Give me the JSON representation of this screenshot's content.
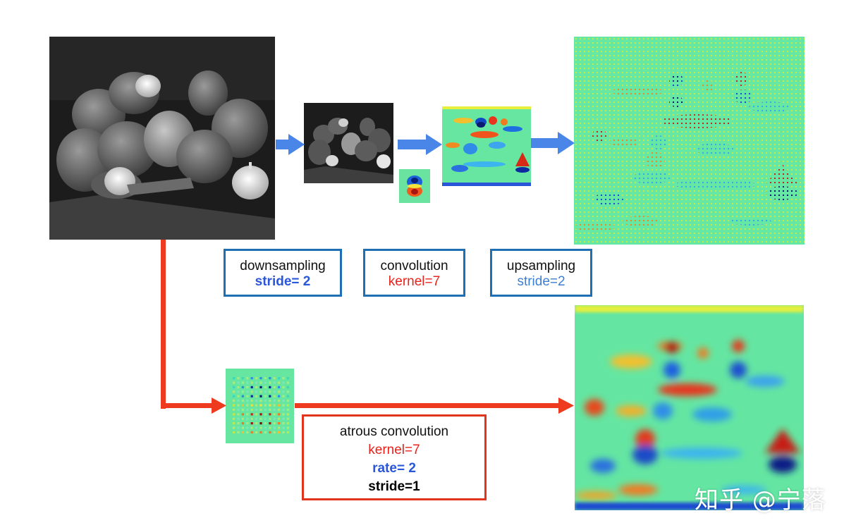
{
  "labels": {
    "downsampling": {
      "title": "downsampling",
      "param": "stride= 2"
    },
    "convolution": {
      "title": "convolution",
      "param": "kernel=7"
    },
    "upsampling": {
      "title": "upsampling",
      "param": "stride=2"
    },
    "atrous": {
      "title": "atrous convolution",
      "kernel": "kernel=7",
      "rate": "rate= 2",
      "stride": "stride=1"
    }
  },
  "watermark": "知乎 @宁落",
  "colors": {
    "blue_arrow": "#4a86e8",
    "red_arrow": "#ee3a1e",
    "box_blue": "#1f6fb5",
    "box_red": "#e2341d",
    "heatmap_bg": "#66e6a0"
  },
  "images": {
    "input_photo": "grayscale-peppers-image",
    "downsampled_photo": "downsampled-peppers-image",
    "kernel": "convolution-kernel-heatmap",
    "dilated_kernel": "dilated-kernel-heatmap",
    "conv_output": "convolution-output-heatmap",
    "upsampled_output": "dotted-upsampled-heatmap",
    "atrous_output": "dense-atrous-output-heatmap"
  }
}
